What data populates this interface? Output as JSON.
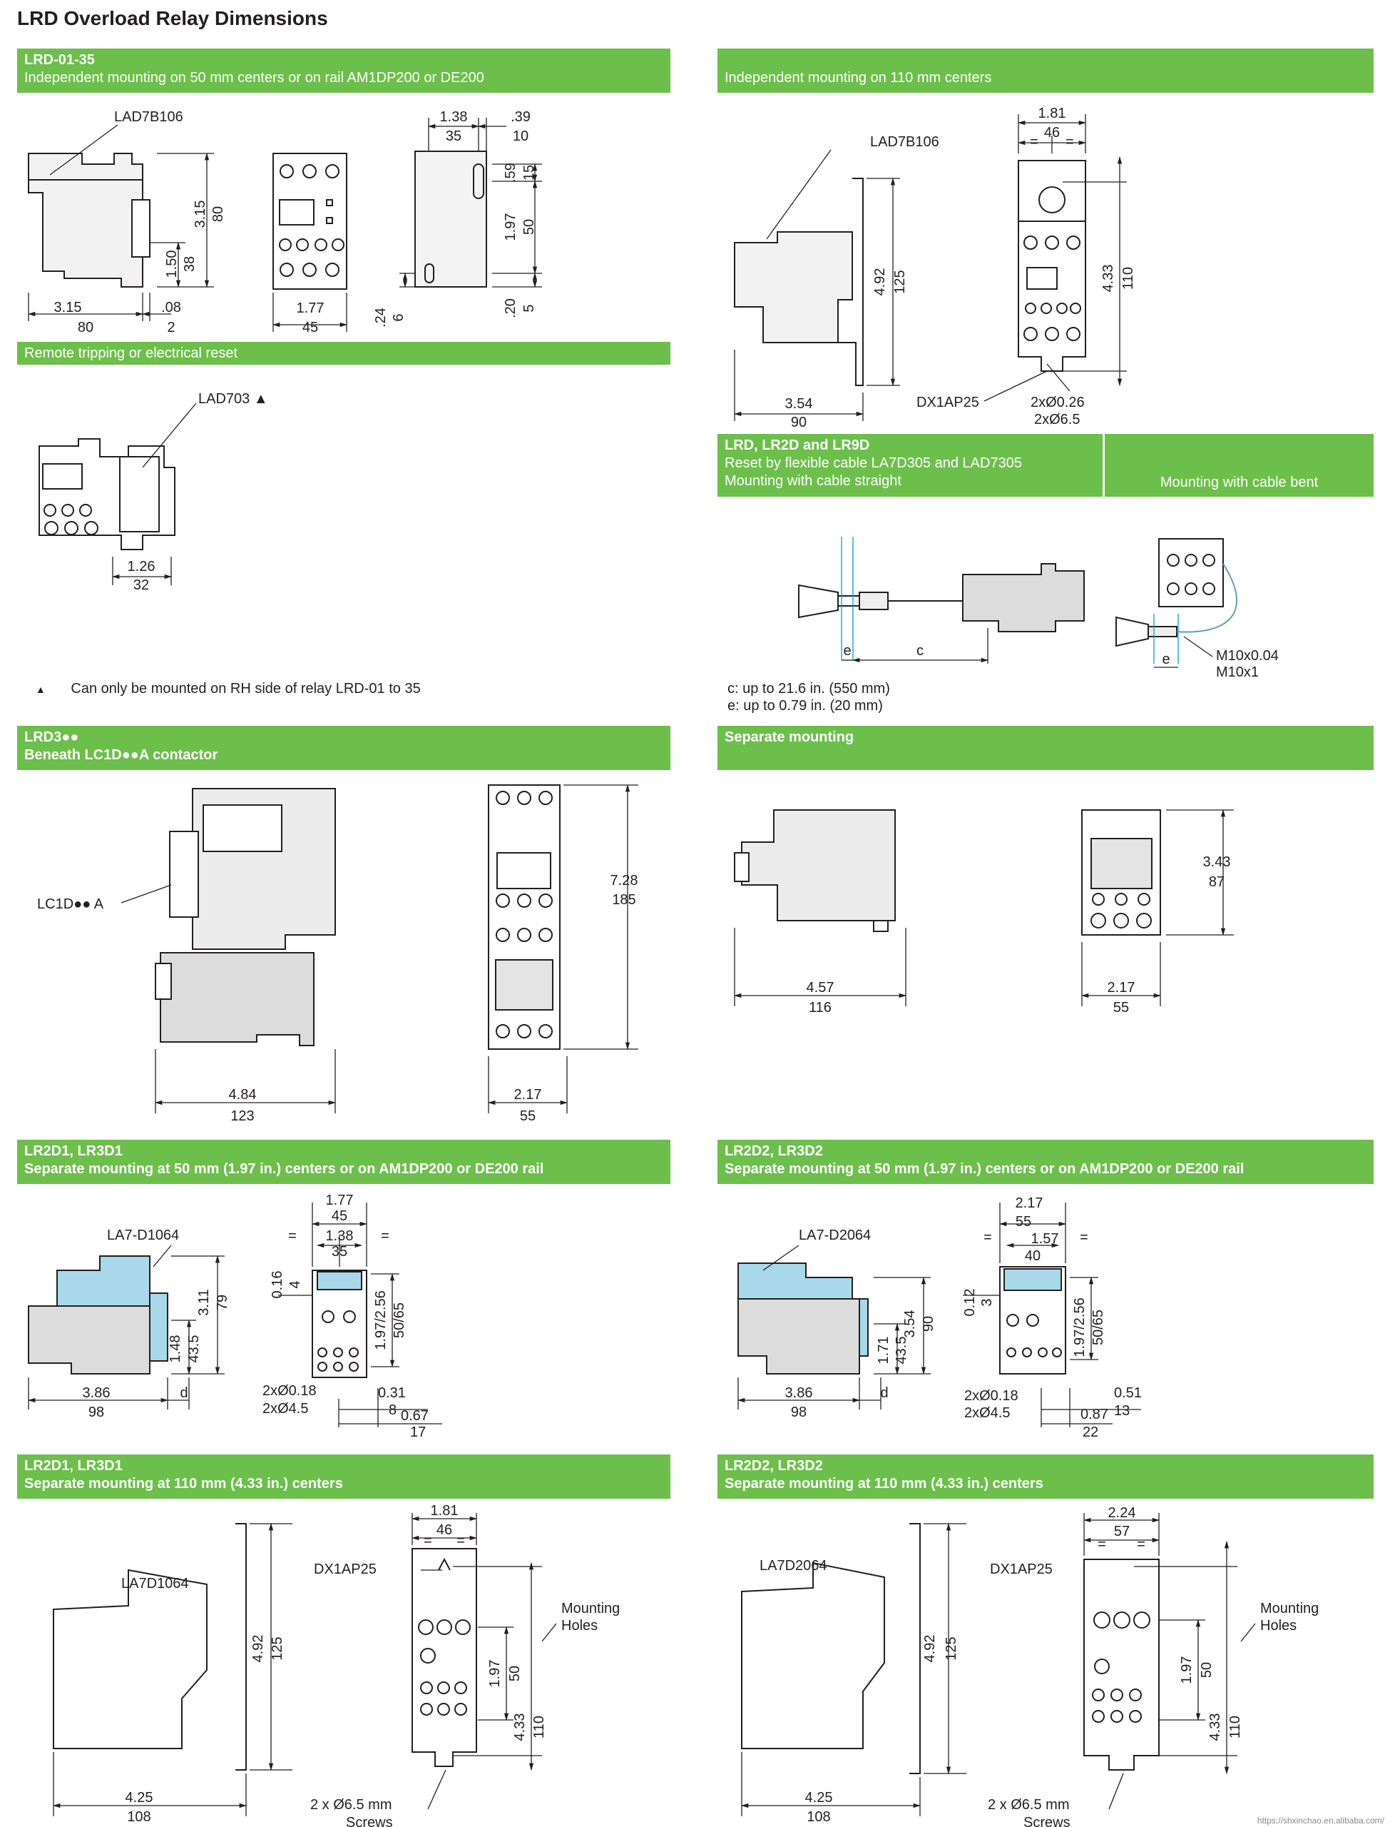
{
  "page_title": "LRD Overload Relay Dimensions",
  "colors": {
    "header_bar": "#6cbf4a",
    "line": "#231f20",
    "fill_gray": "#e4e4e4",
    "fill_blue": "#a9d8ea",
    "dim_blue": "#00a0d6"
  },
  "sections": {
    "s1": {
      "line1": "LRD-01-35",
      "line2": "Independent mounting on 50 mm centers or on rail AM1DP200 or DE200"
    },
    "s2": {
      "line2": "Independent mounting on 110 mm centers"
    },
    "s3": {
      "line1": "Remote tripping or electrical reset"
    },
    "s4": {
      "line1": "LRD, LR2D and LR9D",
      "line2": "Reset by flexible cable LA7D305 and LAD7305",
      "line3": "Mounting with cable straight",
      "right": "Mounting with cable bent"
    },
    "s5": {
      "line1": "LRD3●●",
      "line2": "Beneath LC1D●●A contactor"
    },
    "s6": {
      "line1": "Separate mounting"
    },
    "s7": {
      "line1": "LR2D1, LR3D1",
      "line2": "Separate mounting at 50 mm (1.97 in.) centers or on AM1DP200 or DE200 rail"
    },
    "s8": {
      "line1": "LR2D2, LR3D2",
      "line2": "Separate mounting at 50 mm (1.97 in.) centers or on AM1DP200 or DE200 rail"
    },
    "s9": {
      "line1": "LR2D1, LR3D1",
      "line2": "Separate mounting at 110 mm (4.33 in.) centers"
    },
    "s10": {
      "line1": "LR2D2, LR3D2",
      "line2": "Separate mounting at 110 mm (4.33 in.) centers"
    }
  },
  "notes": {
    "triangle": "▲",
    "lad703_note": "Can only be mounted on RH side of relay LRD-01 to 35",
    "c_note": "c: up to 21.6 in. (550 mm)",
    "e_note": "e: up to 0.79 in. (20 mm)"
  },
  "labels": {
    "lad7b106": "LAD7B106",
    "lad703": "LAD703 ▲",
    "dx1ap25": "DX1AP25",
    "lc1d": "LC1D●● A",
    "la7d1064_a": "LA7-D1064",
    "la7d2064_a": "LA7-D2064",
    "la7d1064_b": "LA7D1064",
    "la7d2064_b": "LA7D2064",
    "mount_holes_1": "Mounting",
    "mount_holes_2": "Holes",
    "screws_1": "2 x Ø6.5 mm",
    "screws_2": "Screws",
    "m10a": "M10x0.04",
    "m10b": "M10x1",
    "e": "e",
    "c": "c",
    "d": "d",
    "eq": "="
  },
  "dims": {
    "s1": {
      "a": "3.15",
      "a2": "80",
      "b": ".08",
      "b2": "2",
      "c": "3.15",
      "c2": "80",
      "d": "1.50",
      "d2": "38",
      "e": "1.77",
      "e2": "45",
      "f": "1.38",
      "f2": "35",
      "g": ".39",
      "g2": "10",
      "h": ".59",
      "h2": "15",
      "i": "1.97",
      "i2": "50",
      "j": ".24",
      "j2": "6",
      "k": ".20",
      "k2": "5"
    },
    "s2": {
      "a": "1.81",
      "a2": "46",
      "b": "4.92",
      "b2": "125",
      "c": "4.33",
      "c2": "110",
      "d": "3.54",
      "d2": "90",
      "e": "2xØ0.26",
      "e2": "2xØ6.5"
    },
    "s3": {
      "a": "1.26",
      "a2": "32"
    },
    "s5": {
      "a": "7.28",
      "a2": "185",
      "b": "4.84",
      "b2": "123",
      "c": "2.17",
      "c2": "55"
    },
    "s6": {
      "a": "3.43",
      "a2": "87",
      "b": "4.57",
      "b2": "116",
      "c": "2.17",
      "c2": "55"
    },
    "s7": {
      "a": "1.77",
      "a2": "45",
      "b": "1.38",
      "b2": "35",
      "c": "3.11",
      "c2": "79",
      "d": "1.48",
      "d2": "43.5",
      "e": "3.86",
      "e2": "98",
      "f": "0.16",
      "f2": "4",
      "g": "1.97/2.56",
      "g2": "50/65",
      "h": "2xØ0.18",
      "h2": "2xØ4.5",
      "i": "0.31",
      "i2": "8",
      "j": "0.67",
      "j2": "17"
    },
    "s8": {
      "a": "2.17",
      "a2": "55",
      "b": "1.57",
      "b2": "40",
      "c": "3.54",
      "c2": "90",
      "d": "1.71",
      "d2": "43.5",
      "e": "3.86",
      "e2": "98",
      "f": "0.12",
      "f2": "3",
      "g": "1.97/2.56",
      "g2": "50/65",
      "h": "2xØ0.18",
      "h2": "2xØ4.5",
      "i": "0.51",
      "i2": "13",
      "j": "0.87",
      "j2": "22"
    },
    "s9": {
      "a": "1.81",
      "a2": "46",
      "b": "4.92",
      "b2": "125",
      "c": "1.97",
      "c2": "50",
      "d": "4.33",
      "d2": "110",
      "e": "4.25",
      "e2": "108"
    },
    "s10": {
      "a": "2.24",
      "a2": "57",
      "b": "4.92",
      "b2": "125",
      "c": "1.97",
      "c2": "50",
      "d": "4.33",
      "d2": "110",
      "e": "4.25",
      "e2": "108"
    }
  },
  "watermark": "https://shxinchao.en.alibaba.com/"
}
